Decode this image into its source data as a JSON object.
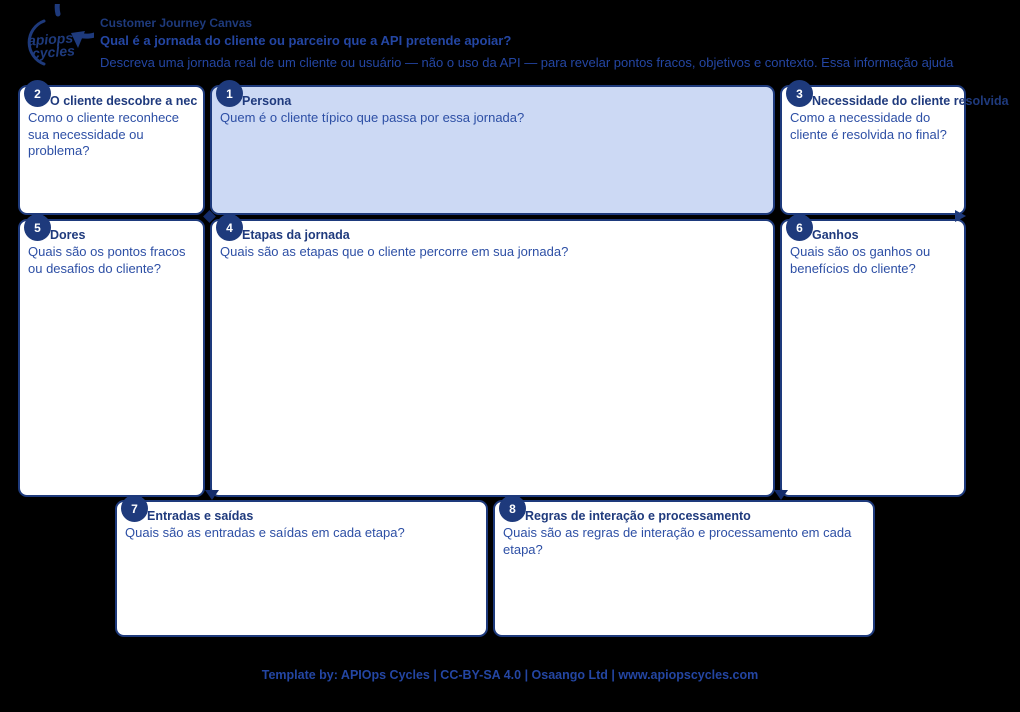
{
  "header": {
    "logo": {
      "line1": "apiops",
      "line2": "cycles"
    },
    "eyebrow": "Customer Journey Canvas",
    "title": "Qual é a jornada do cliente ou parceiro que a API pretende apoiar?",
    "subtitle": "Descreva uma jornada real de um cliente ou usuário — não o uso da API — para revelar pontos fracos, objetivos e contexto. Essa informação ajuda"
  },
  "boxes": [
    {
      "number": "1",
      "title": "Persona",
      "prompt": "Quem é o cliente típico que passa por essa jornada?"
    },
    {
      "number": "2",
      "title": "O cliente descobre a necessidade",
      "prompt": "Como o cliente reconhece sua necessidade ou problema?"
    },
    {
      "number": "3",
      "title": "Necessidade do cliente resolvida",
      "prompt": "Como a necessidade do cliente é resolvida no final?"
    },
    {
      "number": "4",
      "title": "Etapas da jornada",
      "prompt": "Quais são as etapas que o cliente percorre em sua jornada?"
    },
    {
      "number": "5",
      "title": "Dores",
      "prompt": "Quais são os pontos fracos ou desafios do cliente?"
    },
    {
      "number": "6",
      "title": "Ganhos",
      "prompt": "Quais são os ganhos ou benefícios do cliente?"
    },
    {
      "number": "7",
      "title": "Entradas e saídas",
      "prompt": "Quais são as entradas e saídas em cada etapa?"
    },
    {
      "number": "8",
      "title": "Regras de interação e processamento",
      "prompt": "Quais são as regras de interação e processamento em cada etapa?"
    }
  ],
  "footer": {
    "text": "Template by: APIOps Cycles | CC-BY-SA 4.0 | Osaango Ltd | www.apiopscycles.com"
  },
  "colors": {
    "background": "#000000",
    "navy": "#1e3a7c",
    "royal_blue": "#2d4fa5",
    "persona_fill": "#ccd9f4",
    "box_fill": "#ffffff",
    "badge_text": "#ffffff"
  }
}
